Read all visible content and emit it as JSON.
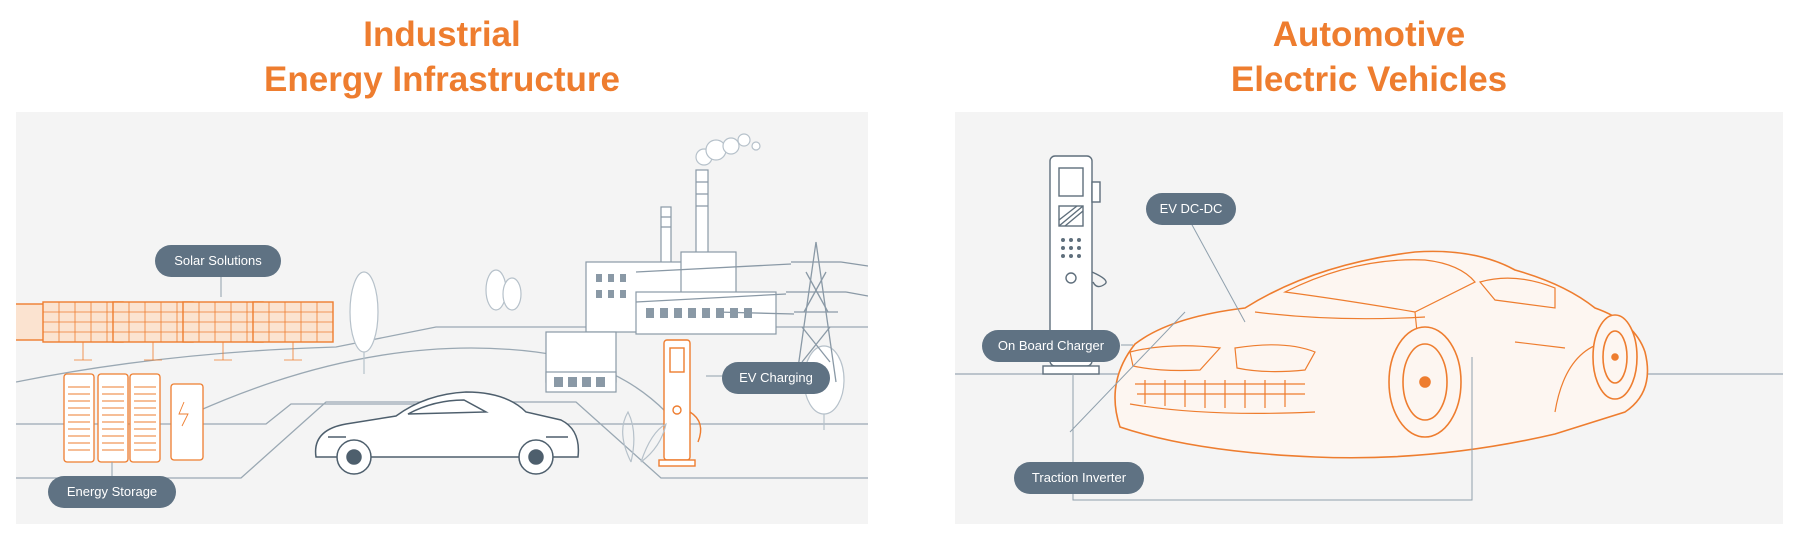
{
  "left_panel": {
    "title_line1": "Industrial",
    "title_line2": "Energy Infrastructure",
    "labels": {
      "solar": "Solar Solutions",
      "ev_charging": "EV Charging",
      "energy_storage": "Energy Storage"
    }
  },
  "right_panel": {
    "title_line1": "Automotive",
    "title_line2": "Electric Vehicles",
    "labels": {
      "ev_dcdc": "EV DC-DC",
      "on_board_charger": "On Board Charger",
      "traction_inverter": "Traction Inverter"
    }
  },
  "colors": {
    "accent": "#ee7d2f",
    "pill": "#5f7283",
    "line": "#8fa0ad",
    "panel_bg": "#f4f4f4"
  },
  "icons": {
    "solar_panels": "solar-panel-illustration",
    "factory": "factory-illustration",
    "power_tower": "power-tower-illustration",
    "battery_storage": "battery-storage-illustration",
    "ev_charger": "ev-charger-illustration",
    "car": "sports-car-illustration"
  }
}
